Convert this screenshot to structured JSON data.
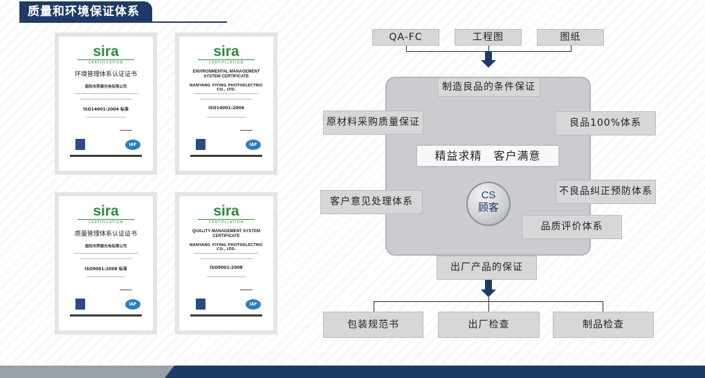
{
  "header": {
    "title": "质量和环境保证体系"
  },
  "certificates": [
    {
      "logo": "sira",
      "logo_sub": "CERTIFICATION",
      "title": "环境管理体系认证证书",
      "lang": "zh",
      "company": "南阳市羿晟光电有限公司",
      "standard": "ISO14001:2004 标准",
      "seal": "IAF"
    },
    {
      "logo": "sira",
      "logo_sub": "CERTIFICATION",
      "title": "ENVIRONMENTAL MANAGEMENT SYSTEM CERTIFICATE",
      "lang": "en",
      "company": "NANYANG YIYING PHOTOELECTRIC CO., LTD.",
      "standard": "ISO14001:2004",
      "seal": "IAF"
    },
    {
      "logo": "sira",
      "logo_sub": "CERTIFICATION",
      "title": "质量管理体系认证证书",
      "lang": "zh",
      "company": "南阳市羿晟光电有限公司",
      "standard": "ISO9001:2008 标准",
      "seal": "IAF"
    },
    {
      "logo": "sira",
      "logo_sub": "CERTIFICATION",
      "title": "QUALITY MANAGEMENT SYSTEM CERTIFICATE",
      "lang": "en",
      "company": "NANYANG YIYING PHOTOELECTRIC CO., LTD.",
      "standard": "ISO9001:2008",
      "seal": "IAF"
    }
  ],
  "diagram": {
    "inputs": [
      "QA-FC",
      "工程图",
      "图纸"
    ],
    "top_box": "制造良品的条件保证",
    "left_top": "原材料采购质量保证",
    "right_top": "良品100%体系",
    "center": "精益求精　客户满意",
    "left_mid": "客户意见处理体系",
    "right_mid": "不良品纠正预防体系",
    "right_bottom": "品质评价体系",
    "cs": {
      "label": "CS",
      "sub": "顾客"
    },
    "bottom_box": "出厂产品的保证",
    "outputs": [
      "包装规范书",
      "出厂检查",
      "制品检查"
    ]
  }
}
